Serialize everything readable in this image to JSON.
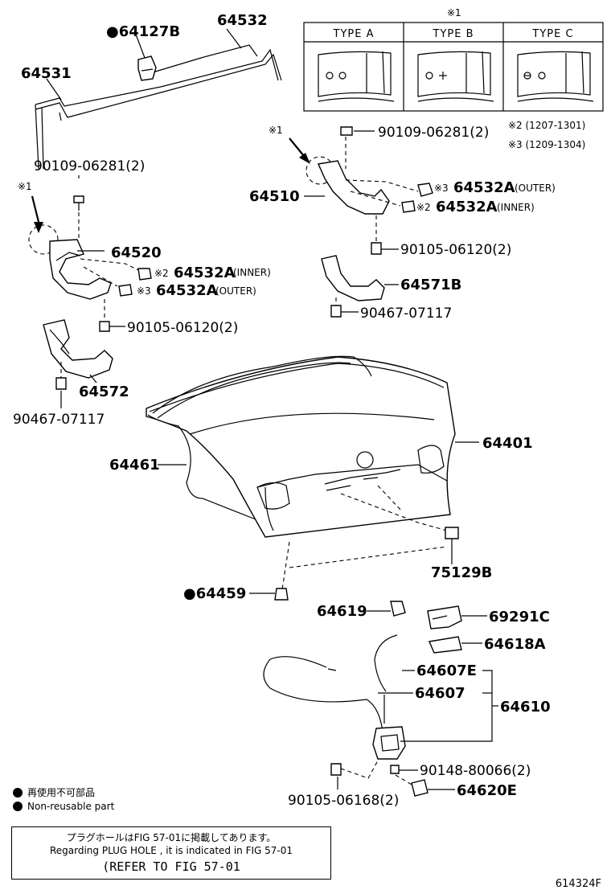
{
  "labels": {
    "p64127B": "●64127B",
    "p64532": "64532",
    "p64531": "64531",
    "bolt_top_left": "90109-06281(2)",
    "bolt_top_right": "90109-06281(2)",
    "p64510": "64510",
    "p64520": "64520",
    "p64532A_outer_r": "64532A",
    "p64532A_outer_r_note": "(OUTER)",
    "p64532A_outer_r_mark": "※3",
    "p64532A_inner_r": "64532A",
    "p64532A_inner_r_note": "(INNER)",
    "p64532A_inner_r_mark": "※2",
    "p64532A_inner_l": "64532A",
    "p64532A_inner_l_note": "(INNER)",
    "p64532A_inner_l_mark": "※2",
    "p64532A_outer_l": "64532A",
    "p64532A_outer_l_note": "(OUTER)",
    "p64532A_outer_l_mark": "※3",
    "bolt_mid_right": "90105-06120(2)",
    "bolt_mid_left": "90105-06120(2)",
    "p64571B": "64571B",
    "clip_right": "90467-07117",
    "clip_left": "90467-07117",
    "p64572": "64572",
    "p64401": "64401",
    "p64461": "64461",
    "p75129B": "75129B",
    "p64459": "●64459",
    "p64619": "64619",
    "p69291C": "69291C",
    "p64618A": "64618A",
    "p64607E": "64607E",
    "p64607": "64607",
    "p64610": "64610",
    "p90148": "90148-80066(2)",
    "p64620E": "64620E",
    "bolt_bottom": "90105-06168(2)",
    "mark1_left": "※1",
    "mark1_right": "※1"
  },
  "type_table": {
    "mark": "※1",
    "headers": [
      "TYPE A",
      "TYPE B",
      "TYPE C"
    ],
    "note2": "※2 (1207-1301)",
    "note3": "※3 (1209-1304)"
  },
  "legend": {
    "jp": "再使用不可部品",
    "en": "Non-reusable part"
  },
  "notes": {
    "jp": "プラグホールはFIG 57-01に掲載してあります。",
    "en": "Regarding PLUG HOLE , it is indicated in FIG 57-01",
    "refer": "(REFER TO FIG 57-01"
  },
  "figure_id": "614324F"
}
